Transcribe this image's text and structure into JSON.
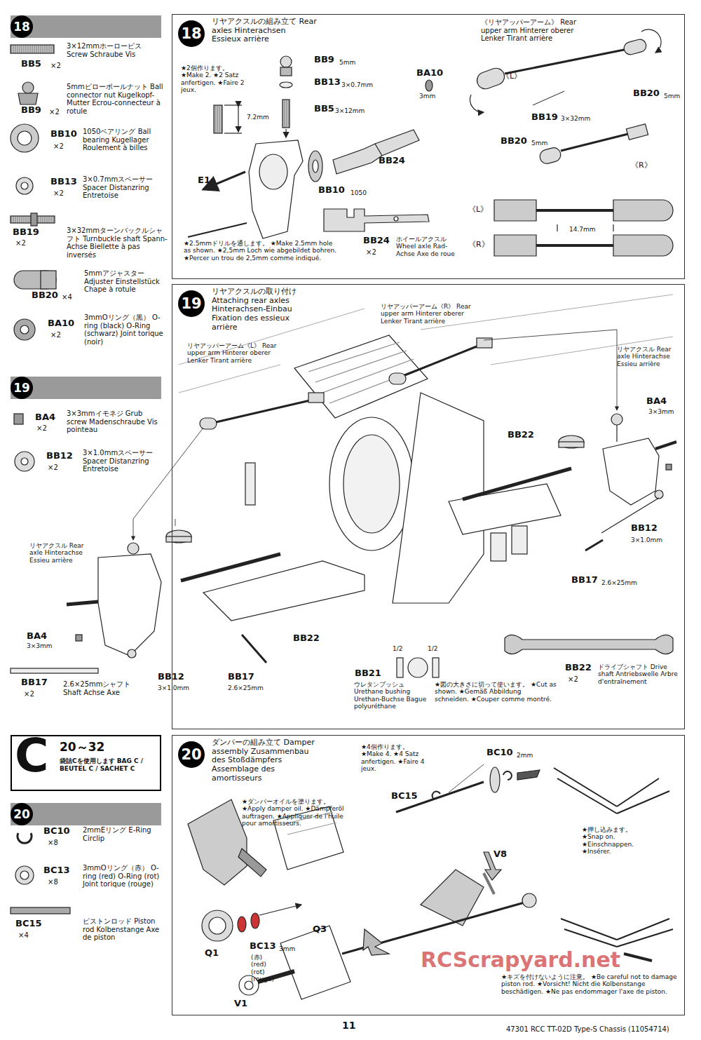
{
  "diagram": {
    "nodes": [
      {
        "text": [
          "18"
        ]
      },
      {
        "text": [
          "19"
        ]
      },
      {
        "text": [
          "C",
          "20～32",
          "袋詰Cを使用します BAG C / BEUTEL C / SACHET C"
        ]
      },
      {
        "text": [
          "20"
        ]
      },
      {
        "text": [
          "リヤアクスルの組み立て Rear axles Hinterachsen Essieux arrière"
        ]
      },
      {
        "text": [
          "18"
        ],
        "in": 4
      },
      {
        "text": [
          "リヤアクスルの取り付け Attaching rear axles Hinterachsen-Einbau Fixation des essieux arrière"
        ]
      },
      {
        "text": [
          "19"
        ],
        "in": 6
      },
      {
        "text": [
          "ダンパーの組み立て Damper assembly Zusammenbau des Stoßdämpfers Assemblage des amortisseurs"
        ]
      },
      {
        "text": [
          "20"
        ],
        "in": 8
      }
    ],
    "labels": [
      "BB5",
      "×2",
      "3×12mmホーロービス Screw Schraube Vis",
      "BB9",
      "×2",
      "5mmピローボールナット Ball connector nut Kugelkopf-Mutter Ecrou-connecteur à rotule",
      "BB10",
      "×2",
      "1050ベアリング Ball bearing Kugellager Roulement à billes",
      "BB13",
      "×2",
      "3×0.7mmスペーサー Spacer Distanzring Entretoise",
      "BB19",
      "×2",
      "3×32mmターンバックルシャフト Turnbuckle shaft Spann-Achse Biellette à pas inversés",
      "BB20",
      "×4",
      "5mmアジャスター Adjuster Einstellstück Chape à rotule",
      "BA10",
      "×2",
      "3mmOリング（黒） O-ring (black) O-Ring (schwarz) Joint torique (noir)",
      "BA4",
      "×2",
      "3×3mmイモネジ Grub screw Madenschraube Vis pointeau",
      "BB12",
      "×2",
      "3×1.0mmスペーサー Spacer Distanzring Entretoise",
      "BB17",
      "×2",
      "2.6×25mmシャフト Shaft Achse Axe",
      "BC10",
      "×8",
      "2mmEリング E-Ring Circlip",
      "BC13",
      "×8",
      "3mmOリング（赤） O-ring (red) O-Ring (rot) Joint torique (rouge)",
      "BC15",
      "×4",
      "ピストンロッド Piston rod Kolbenstange Axe de piston",
      "★2個作ります。 ★Make 2. ★2 Satz anfertigen. ★Faire 2 jeux.",
      "7.2mm",
      "BB9",
      "5mm",
      "BB13",
      "3×0.7mm",
      "BB5",
      "3×12mm",
      "BA10",
      "3mm",
      "E1",
      "BB24",
      "BB10",
      "1050",
      "★2.5mmドリルを通します。 ★Make 2.5mm hole as shown. ★2,5mm Loch wie abgebildet bohren. ★Percer un trou de 2,5mm comme indiqué.",
      "BB24",
      "×2",
      "ホイールアクスル Wheel axle Rad-Achse Axe de roue",
      "《リヤアッパーアーム》 Rear upper arm Hinterer oberer Lenker Tirant arrière",
      "《L》",
      "BB20",
      "5mm",
      "BB19",
      "3×32mm",
      "BB20",
      "5mm",
      "《R》",
      "《L》",
      "14.7mm",
      "《R》",
      "リヤアッパーアーム《R》 Rear upper arm Hinterer oberer Lenker Tirant arrière",
      "リヤアッパーアーム《L》 Rear upper arm Hinterer oberer Lenker Tirant arrière",
      "リヤアクスル Rear axle Hinterachse Essieu arrière",
      "BA4",
      "3×3mm",
      "BB22",
      "BB12",
      "3×1.0mm",
      "BB17",
      "2.6×25mm",
      "リヤアクスル Rear axle Hinterachse Essieu arrière",
      "BA4",
      "3×3mm",
      "BB12",
      "3×1.0mm",
      "BB17",
      "2.6×25mm",
      "BB22",
      "1/2",
      "1/2",
      "BB21",
      "ウレタンブッシュ Urethane bushing Urethan-Buchse Bague polyuréthane",
      "★図の大きさに切って使います。 ★Cut as shown. ★Gemäß Abbildung schneiden. ★Couper comme montré.",
      "BB22",
      "×2",
      "ドライブシャフト Drive shaft Antriebswelle Arbre d'entraînement",
      "★4個作ります。 ★Make 4. ★4 Satz anfertigen. ★Faire 4 jeux.",
      "★ダンパーオイルを塗ります。 ★Apply damper oil. ★Dämpferöl auftragen. ★Appliquer de l'huile pour amortisseurs.",
      "BC10",
      "2mm",
      "BC15",
      "V8",
      "★押し込みます。 ★Snap on. ★Einschnappen. ★Insérer.",
      "Q3",
      "Q1",
      "BC13",
      "3mm",
      "(赤) (red) (rot) (rouge)",
      "V1",
      "★キズを付けないように注意。 ★Be careful not to damage piston rod. ★Vorsicht! Nicht die Kolbenstange beschädigen. ★Ne pas endommager l'axe de piston.",
      "RCScrapyard.net",
      "11",
      "47301 RCC TT-02D Type-S Chassis (11054714)"
    ]
  }
}
